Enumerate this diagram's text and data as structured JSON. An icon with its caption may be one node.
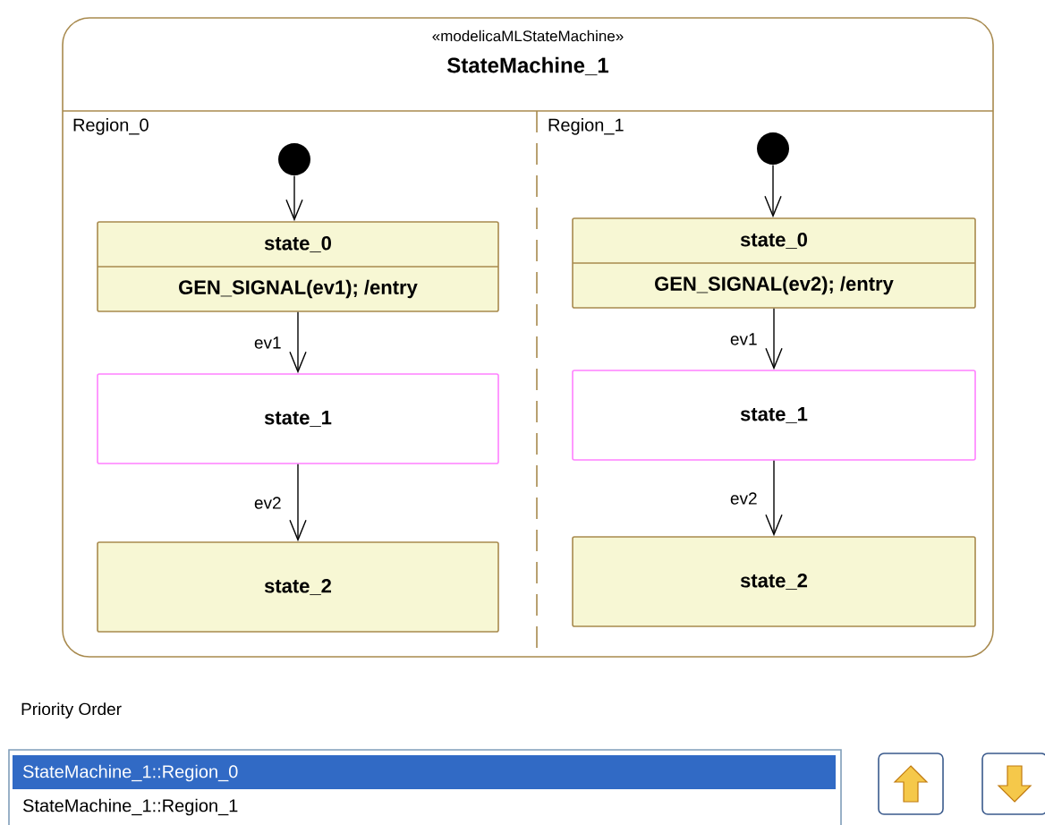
{
  "diagram": {
    "nodes": [
      {
        "text": [
          "«modelicaMLStateMachine»",
          "StateMachine_1"
        ]
      },
      {
        "text": [
          "Region_0"
        ],
        "in": 0
      },
      {
        "text": [
          "Region_1"
        ],
        "in": 0
      },
      {
        "text": [],
        "shape": "circle",
        "in": 1
      },
      {
        "text": [
          "state_0",
          "GEN_SIGNAL(ev1); /entry"
        ],
        "in": 1
      },
      {
        "text": [
          "state_1"
        ],
        "in": 1
      },
      {
        "text": [
          "state_2"
        ],
        "in": 1
      },
      {
        "text": [],
        "shape": "circle",
        "in": 2
      },
      {
        "text": [
          "state_0",
          "GEN_SIGNAL(ev2); /entry"
        ],
        "in": 2
      },
      {
        "text": [
          "state_1"
        ],
        "in": 2
      },
      {
        "text": [
          "state_2"
        ],
        "in": 2
      }
    ],
    "edges": [
      {
        "from": 3,
        "to": 4,
        "arrow": "to"
      },
      {
        "from": 4,
        "to": 5,
        "arrow": "to",
        "label": "ev1"
      },
      {
        "from": 5,
        "to": 6,
        "arrow": "to",
        "label": "ev2"
      },
      {
        "from": 7,
        "to": 8,
        "arrow": "to"
      },
      {
        "from": 8,
        "to": 9,
        "arrow": "to",
        "label": "ev1"
      },
      {
        "from": 9,
        "to": 10,
        "arrow": "to",
        "label": "ev2"
      }
    ],
    "labels": [
      "Priority Order",
      "StateMachine_1::Region_0",
      "StateMachine_1::Region_1"
    ]
  }
}
